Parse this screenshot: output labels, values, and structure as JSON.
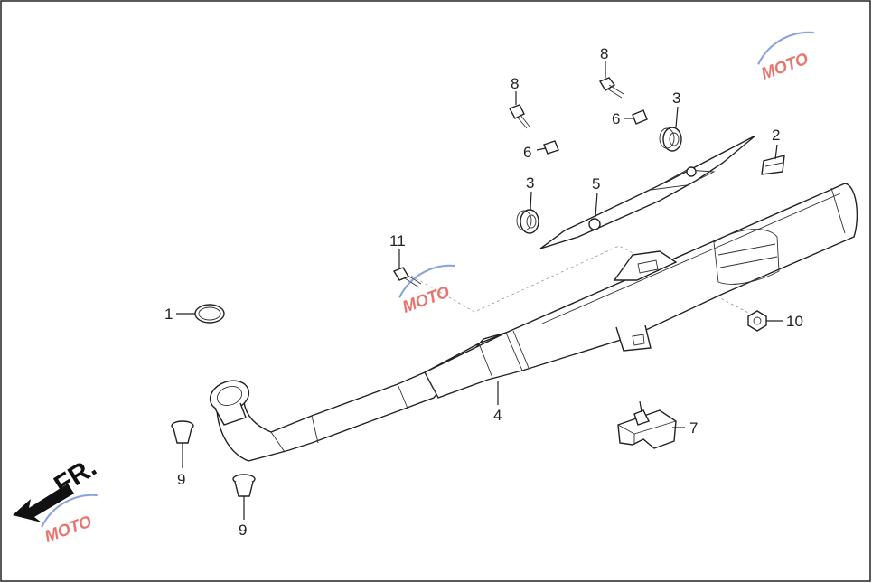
{
  "callouts": [
    "1",
    "2",
    "3",
    "3",
    "4",
    "5",
    "6",
    "6",
    "7",
    "8",
    "8",
    "9",
    "9",
    "10",
    "11"
  ],
  "direction": "FR.",
  "watermark": "MOTO",
  "colors": {
    "line": "#222222",
    "watermark_red": "#e0443c",
    "watermark_blue": "#5a7fd0"
  },
  "icons": [
    "front-direction-arrow-icon",
    "moto-watermark-logo"
  ]
}
